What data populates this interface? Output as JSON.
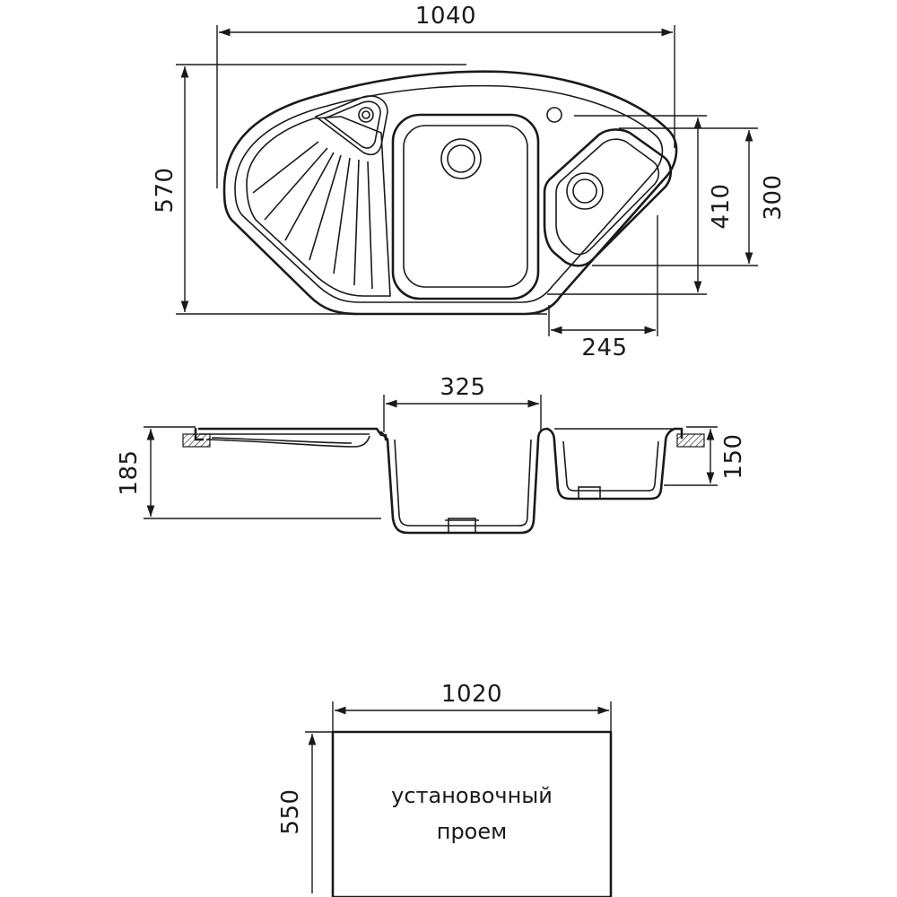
{
  "top_view": {
    "width_label": "1040",
    "depth_label": "570",
    "small_bowl_outer_label": "410",
    "small_bowl_inner_label": "300",
    "small_bowl_width_label": "245"
  },
  "side_view": {
    "bowl_width_label": "325",
    "total_height_label": "185",
    "small_bowl_height_label": "150"
  },
  "cutout": {
    "width_label": "1020",
    "height_label": "550",
    "caption_line1": "установочный",
    "caption_line2": "проем"
  }
}
